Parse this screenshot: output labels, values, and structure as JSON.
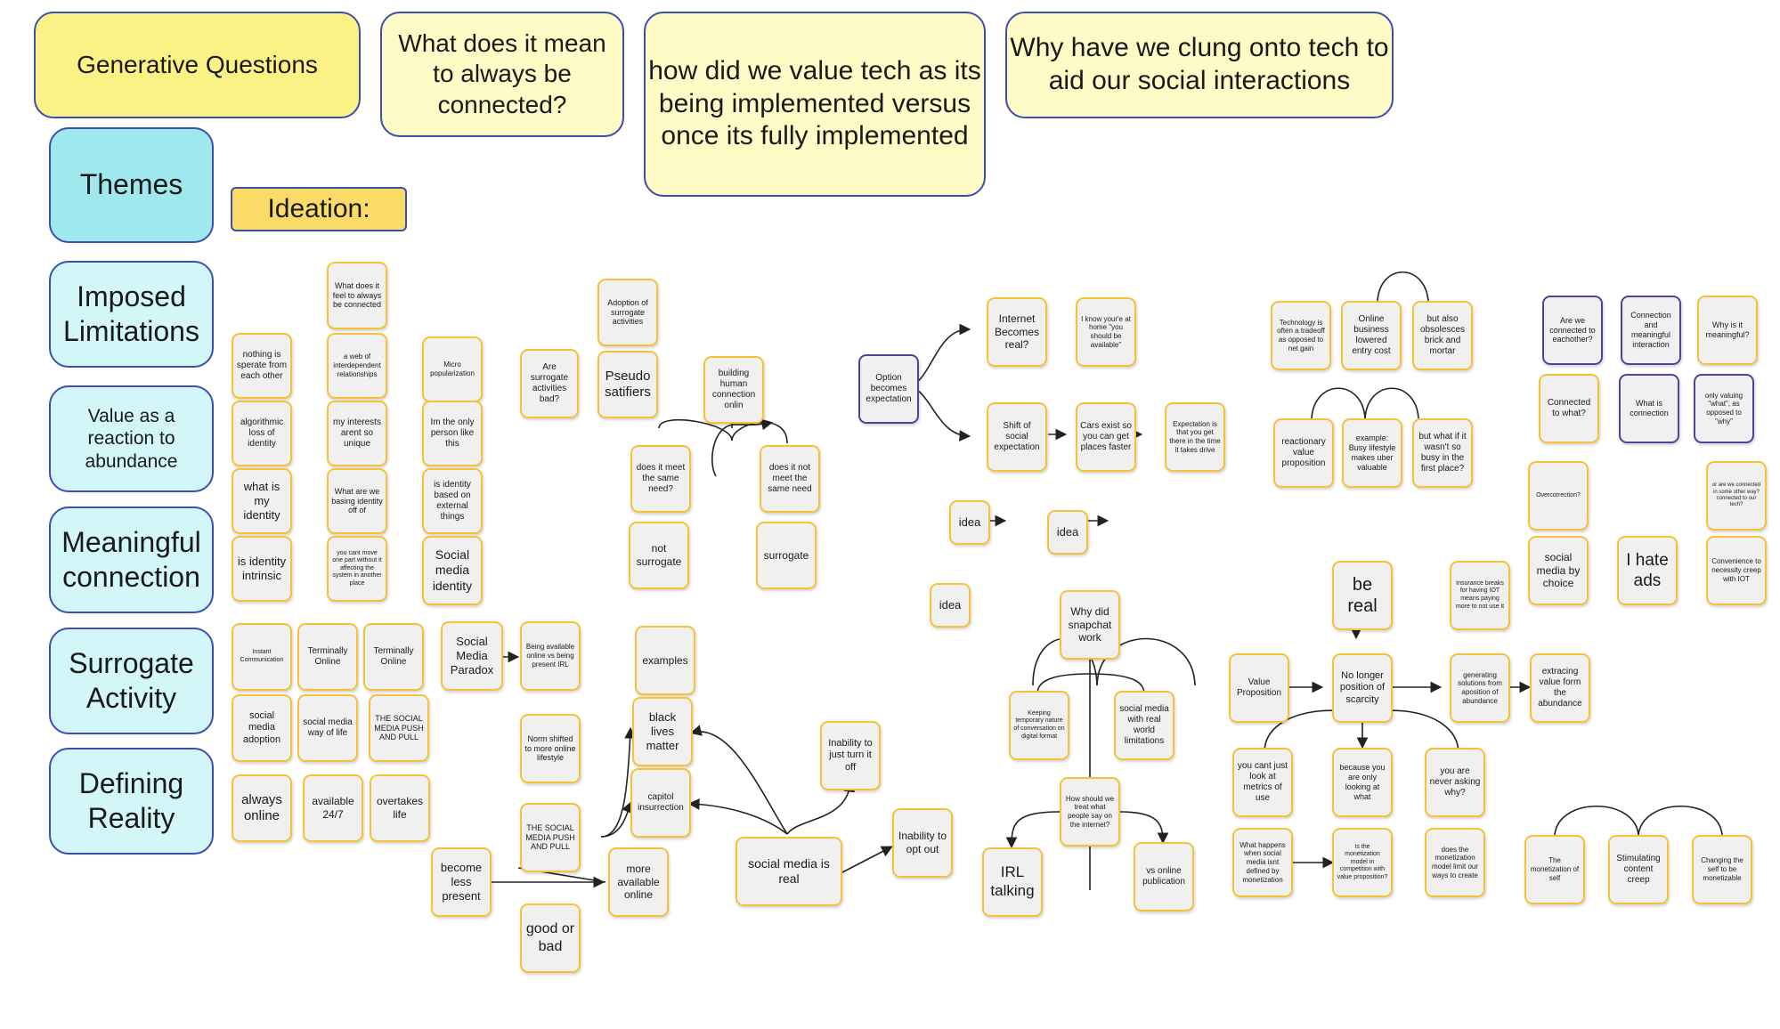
{
  "colors": {
    "generative_fill": "#fbf285",
    "question_fill": "#fefbc6",
    "theme_header_fill": "#9fe9ee",
    "theme_fill": "#d3f7f8",
    "ideation_fill": "#fbdb67",
    "sticky_fill": "#f0f0f0",
    "sticky_border": "#f5c23a",
    "sticky_border_purple": "#5b3d9a",
    "outline_blue": "#3a4fb0",
    "connector": "#222222"
  },
  "header": {
    "generative_questions": "Generative Questions",
    "q1": "What does it mean to always be connected?",
    "q2": "how did we value tech as its being implemented versus once its fully implemented",
    "q3": "Why have we clung onto tech to aid our social interactions",
    "themes": "Themes",
    "ideation": "Ideation:"
  },
  "themes": [
    "Imposed Limitations",
    "Value as a reaction to abundance",
    "Meaningful connection",
    "Surrogate Activity",
    "Defining Reality"
  ],
  "stickies": {
    "s1": "nothing is sperate from each other",
    "s2": "algorithmic loss of identity",
    "s3": "what is my identity",
    "s4": "is identity intrinsic",
    "s5": "What does it feel to always be connected",
    "s6": "a web of interdependent relationships",
    "s7": "my interests arent so unique",
    "s8": "What are we basing identity off of",
    "s9": "you cant move one part without it affecting the system in another place",
    "s10": "Micro popularization",
    "s11": "Im the only person like this",
    "s12": "is identity based on external things",
    "s13": "Social media identity",
    "s14": "Are surrogate activities bad?",
    "s15": "Adoption of surrogate activities",
    "s16": "Pseudo satifiers",
    "s17": "building human connection onlin",
    "s18": "does it meet the same need?",
    "s19": "does it not meet the same need",
    "s20": "not surrogate",
    "s21": "surrogate",
    "s22": "Instant Communication",
    "s23": "Terminally Online",
    "s24": "Terminally Online",
    "s25": "social media adoption",
    "s26": "social media way of life",
    "s27": "THE SOCIAL MEDIA PUSH AND PULL",
    "s28": "always online",
    "s29": "available 24/7",
    "s30": "overtakes life",
    "s31": "Social Media Paradox",
    "s32": "Being available online vs being present IRL",
    "s33": "examples",
    "s34": "black lives matter",
    "s35": "capitol insurrection",
    "s36": "Norm shifted to more online lifestyle",
    "s37": "THE SOCIAL MEDIA PUSH AND PULL",
    "s38": "Inability to just turn it off",
    "s39": "Inability to opt out",
    "s40": "social media is real",
    "s41": "become less present",
    "s42": "more available online",
    "s43": "good or bad",
    "s44": "Option becomes expectation",
    "s45": "Internet Becomes real?",
    "s46": "I know your'e at home \"you should be available\"",
    "s47": "Shift of social expectation",
    "s48": "Cars exist so you can get places faster",
    "s49": "Expectation is that you get there in the time it takes drive",
    "s50": "idea",
    "s51": "idea",
    "s52": "idea",
    "s53": "Why did snapchat work",
    "s54": "Keeping temporary nature of conversation on digital format",
    "s55": "social media with real world limitations",
    "s56": "How should we treat what people say on the internet?",
    "s57": "IRL talking",
    "s58": "vs online publication",
    "s59": "Technology is often a tradeoff as opposed to net gain",
    "s60": "Online business lowered entry cost",
    "s61": "but also obsolesces brick and mortar",
    "s62": "reactionary value proposition",
    "s63": "example: Busy lifestyle makes uber valuable",
    "s64": "but what if it wasn't so busy in the first place?",
    "s65": "be real",
    "s66": "Insurance breaks for having IOT means paying more to not use it",
    "s67": "Value Proposition",
    "s68": "No longer position of scarcity",
    "s69": "generating solutions from aposition of abundance",
    "s70": "extracing value form the abundance",
    "s71": "you cant just look at metrics of use",
    "s72": "because you are only looking at what",
    "s73": "you are never asking why?",
    "s74": "What happens when social media isnt defined by monetization",
    "s75": "Is the monetization model in competition with value proposition?",
    "s76": "does the monetization model limit our ways to create",
    "s77": "Are we connected to eachother?",
    "s78": "Connection and meaningful interaction",
    "s79": "Why is it meaningful?",
    "s80": "Connected to what?",
    "s81": "What is connection",
    "s82": "only valuing \"what\", as opposed to \"why\"",
    "s83": "Overcorrection?",
    "s84": "or are we connected in some other way? connected to our tech?",
    "s85": "social media by choice",
    "s86": "I hate ads",
    "s87": "Convenience to necessity creep with IOT",
    "s88": "The monetization of self",
    "s89": "Stimulating content creep",
    "s90": "Changing the self to be monetizable"
  }
}
